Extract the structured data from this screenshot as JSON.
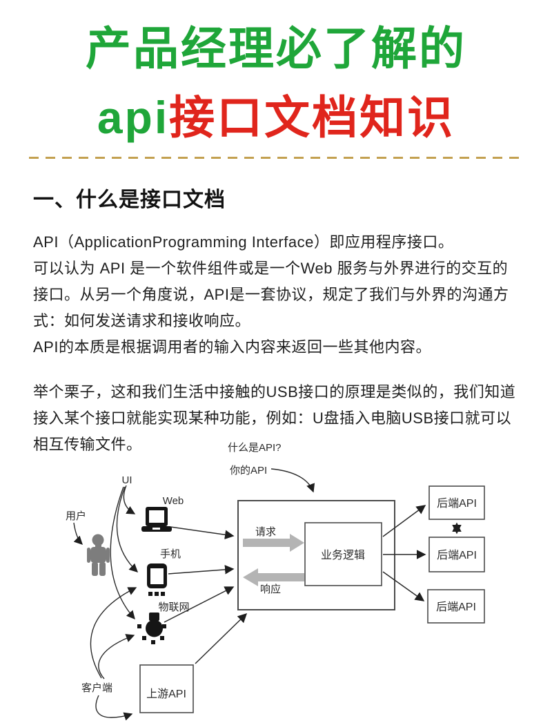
{
  "title": {
    "line1": "产品经理必了解的",
    "line2_prefix": "api",
    "line2_suffix": "接口文档知识",
    "line1_color": "#1fa639",
    "line2_prefix_color": "#1fa639",
    "line2_suffix_color": "#e0251c"
  },
  "divider": {
    "color": "#c3a050"
  },
  "article": {
    "heading": "一、什么是接口文档",
    "block1": [
      "API（ApplicationProgramming Interface）即应用程序接口。",
      "可以认为 API 是一个软件组件或是一个Web 服务与外界进行的交互的接口。从另一个角度说，API是一套协议，规定了我们与外界的沟通方式：如何发送请求和接收响应。",
      "API的本质是根据调用者的输入内容来返回一些其他内容。"
    ],
    "block2": "举个栗子，这和我们生活中接触的USB接口的原理是类似的，我们知道接入某个接口就能实现某种功能，例如：U盘插入电脑USB接口就可以相互传输文件。"
  },
  "diagram": {
    "what_is_api": "什么是API?",
    "your_api": "你的API",
    "ui_label": "UI",
    "user_label": "用户",
    "web_label": "Web",
    "phone_label": "手机",
    "iot_label": "物联网",
    "client_label": "客户端",
    "request_label": "请求",
    "response_label": "响应",
    "business_logic_label": "业务逻辑",
    "backend_api_labels": [
      "后端API",
      "后端API",
      "后端API"
    ],
    "upstream_api_label": "上游API",
    "stroke_color": "#2a2a2a",
    "thick_arrow_color": "#b4b4b4",
    "person_color": "#7d7d7d",
    "device_color": "#151515"
  }
}
